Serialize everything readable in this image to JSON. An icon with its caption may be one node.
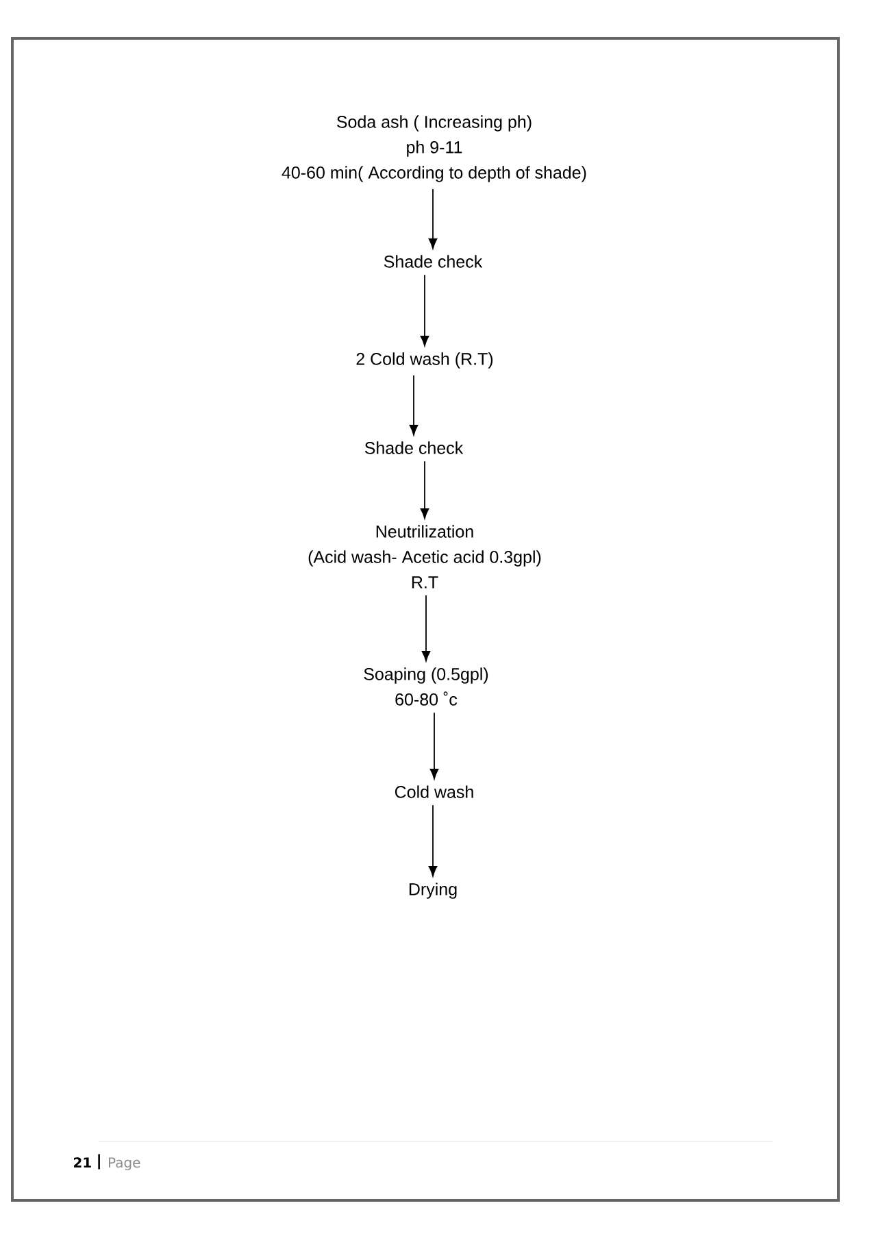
{
  "diagram": {
    "nodes": [
      {
        "text": [
          "Soda ash ( Increasing ph)",
          "ph 9-11",
          "40-60 min( According to depth of shade)"
        ]
      },
      {
        "text": [
          "Shade check"
        ]
      },
      {
        "text": [
          "2 Cold wash (R.T)"
        ]
      },
      {
        "text": [
          "Shade check"
        ]
      },
      {
        "text": [
          "Neutrilization",
          "(Acid wash- Acetic acid 0.3gpl)",
          "R.T"
        ]
      },
      {
        "text": [
          "Soaping (0.5gpl)",
          "60-80 ˚c"
        ]
      },
      {
        "text": [
          "Cold wash"
        ]
      },
      {
        "text": [
          "Drying"
        ]
      }
    ],
    "edges": [
      {
        "from": 0,
        "to": 1,
        "arrow": "to"
      },
      {
        "from": 1,
        "to": 2,
        "arrow": "to"
      },
      {
        "from": 2,
        "to": 3,
        "arrow": "to"
      },
      {
        "from": 3,
        "to": 4,
        "arrow": "to"
      },
      {
        "from": 4,
        "to": 5,
        "arrow": "to"
      },
      {
        "from": 5,
        "to": 6,
        "arrow": "to"
      },
      {
        "from": 6,
        "to": 7,
        "arrow": "to"
      }
    ],
    "labels": [
      "21",
      "Page"
    ]
  }
}
